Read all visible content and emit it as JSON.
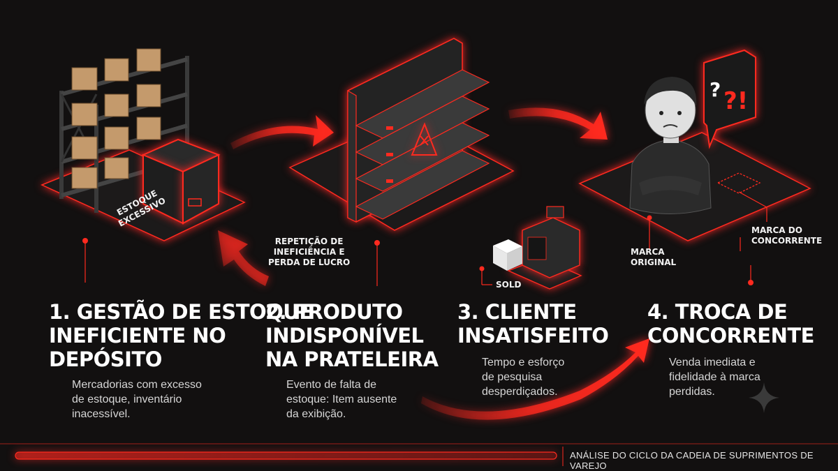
{
  "steps": [
    {
      "title": "1. GESTÃO DE ESTOQUE\nINEFICIENTE NO\nDEPÓSITO",
      "description": "Mercadorias com excesso\nde estoque, inventário\ninacessível."
    },
    {
      "title": "2. PRODUTO\nINDISPONÍVEL\nNA PRATELEIRA",
      "description": "Evento de falta de\nestoque: Item ausente\nda exibição."
    },
    {
      "title": "3. CLIENTE\nINSATISFEITO",
      "description": "Tempo e esforço\nde pesquisa\ndesperdiçados."
    },
    {
      "title": "4. TROCA DE\nCONCORRENTE",
      "description": "Venda imediata e\nfidelidade à marca\nperdidas."
    }
  ],
  "labels": {
    "excess_stock": "ESTOQUE\nEXCESSIVO",
    "loop": "REPETIÇÃO DE\nINEFICIÊNCIA E\nPERDA DE LUCRO",
    "sold": "SOLD",
    "original_brand": "MARCA\nORIGINAL",
    "competitor_brand": "MARCA DO\nCONCORRENTE",
    "speech_marks": "?!",
    "speech_q": "?"
  },
  "footer": {
    "caption": "ANÁLISE DO CICLO DA CADEIA DE SUPRIMENTOS DE VAREJO"
  },
  "colors": {
    "accent": "#ff2a1f",
    "background": "#121010",
    "box": "#c49a6c",
    "text": "#ffffff",
    "subtext": "#d6d6d6"
  }
}
